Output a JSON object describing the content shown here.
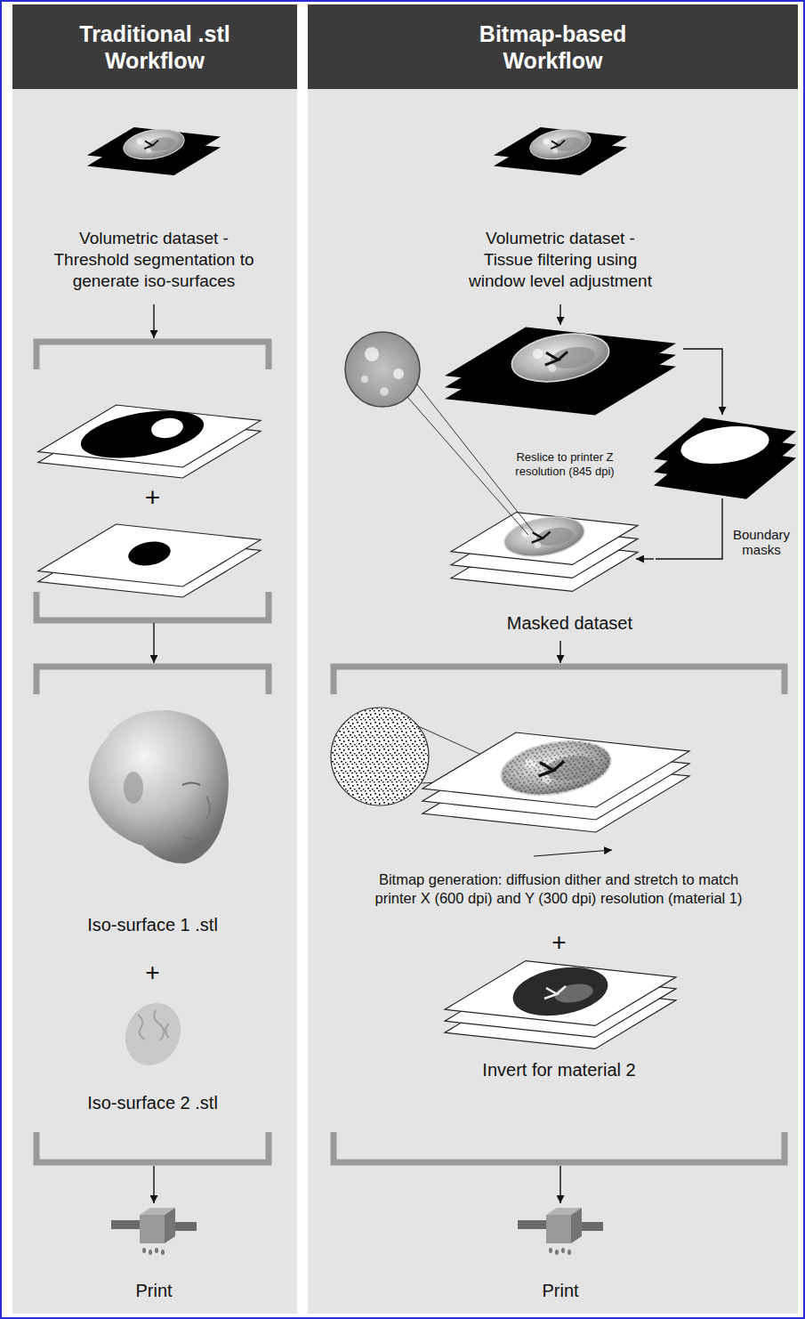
{
  "diagram": {
    "nodes": [
      {
        "text": [
          "Traditional .stl Workflow"
        ]
      },
      {
        "text": [
          "Volumetric dataset - Threshold segmentation to generate iso-surfaces"
        ],
        "in": 0
      },
      {
        "text": [
          "+"
        ],
        "in": 0
      },
      {
        "text": [
          "Iso-surface 1 .stl",
          "+",
          "Iso-surface 2 .stl"
        ],
        "in": 0
      },
      {
        "text": [
          "Print"
        ],
        "in": 0
      },
      {
        "text": [
          "Bitmap-based Workflow"
        ]
      },
      {
        "text": [
          "Volumetric dataset - Tissue filtering using window level adjustment"
        ],
        "in": 5
      },
      {
        "text": [
          "Boundary masks"
        ],
        "in": 5
      },
      {
        "text": [
          "Reslice to printer Z resolution (845 dpi)",
          "Masked dataset"
        ],
        "in": 5
      },
      {
        "text": [
          "Bitmap generation: diffusion dither and stretch to match printer X (600 dpi) and Y (300 dpi) resolution (material 1)",
          "+",
          "Invert for material 2"
        ],
        "in": 5
      },
      {
        "text": [
          "Print"
        ],
        "in": 5
      }
    ],
    "edges": [
      {
        "from": 1,
        "to": 2,
        "arrow": "to"
      },
      {
        "from": 2,
        "to": 3,
        "arrow": "to"
      },
      {
        "from": 3,
        "to": 4,
        "arrow": "to"
      },
      {
        "from": 6,
        "to": 7,
        "arrow": "to"
      },
      {
        "from": 7,
        "to": 8,
        "arrow": "to"
      },
      {
        "from": 8,
        "to": 9,
        "arrow": "to"
      },
      {
        "from": 9,
        "to": 10,
        "arrow": "to"
      }
    ]
  }
}
